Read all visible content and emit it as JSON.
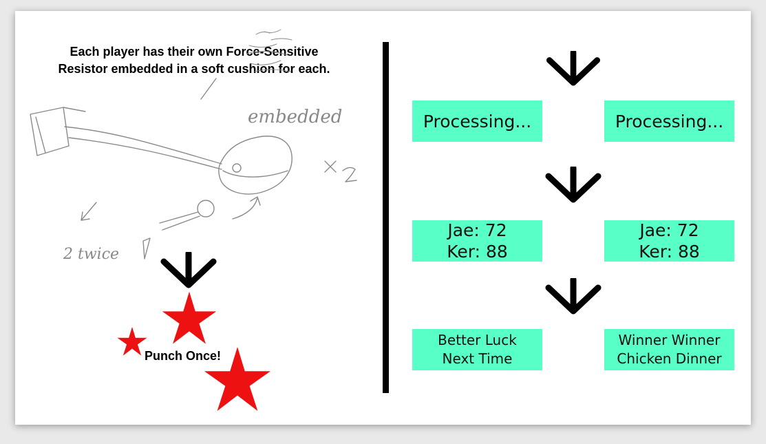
{
  "colors": {
    "box": "#58ffc6",
    "star": "#ee1111",
    "ink": "#000000",
    "pencil": "#8a8a8a"
  },
  "left_panel": {
    "caption_line1": "Each player has their own Force-Sensitive",
    "caption_line2": "Resistor embedded in a soft cushion for each.",
    "sketch_note_embedded": "embedded",
    "sketch_note_x2": "x 2",
    "sketch_note_twice": "2 twice",
    "punch_label": "Punch Once!"
  },
  "right_panel": {
    "processing": [
      "Processing...",
      "Processing..."
    ],
    "scores": [
      {
        "line1": "Jae: 72",
        "line2": "Ker: 88"
      },
      {
        "line1": "Jae: 72",
        "line2": "Ker: 88"
      }
    ],
    "results": [
      {
        "line1": "Better Luck",
        "line2": "Next Time"
      },
      {
        "line1": "Winner Winner",
        "line2": "Chicken Dinner"
      }
    ]
  },
  "icons": [
    "down-arrow-icon",
    "star-icon",
    "pencil-sketch"
  ]
}
